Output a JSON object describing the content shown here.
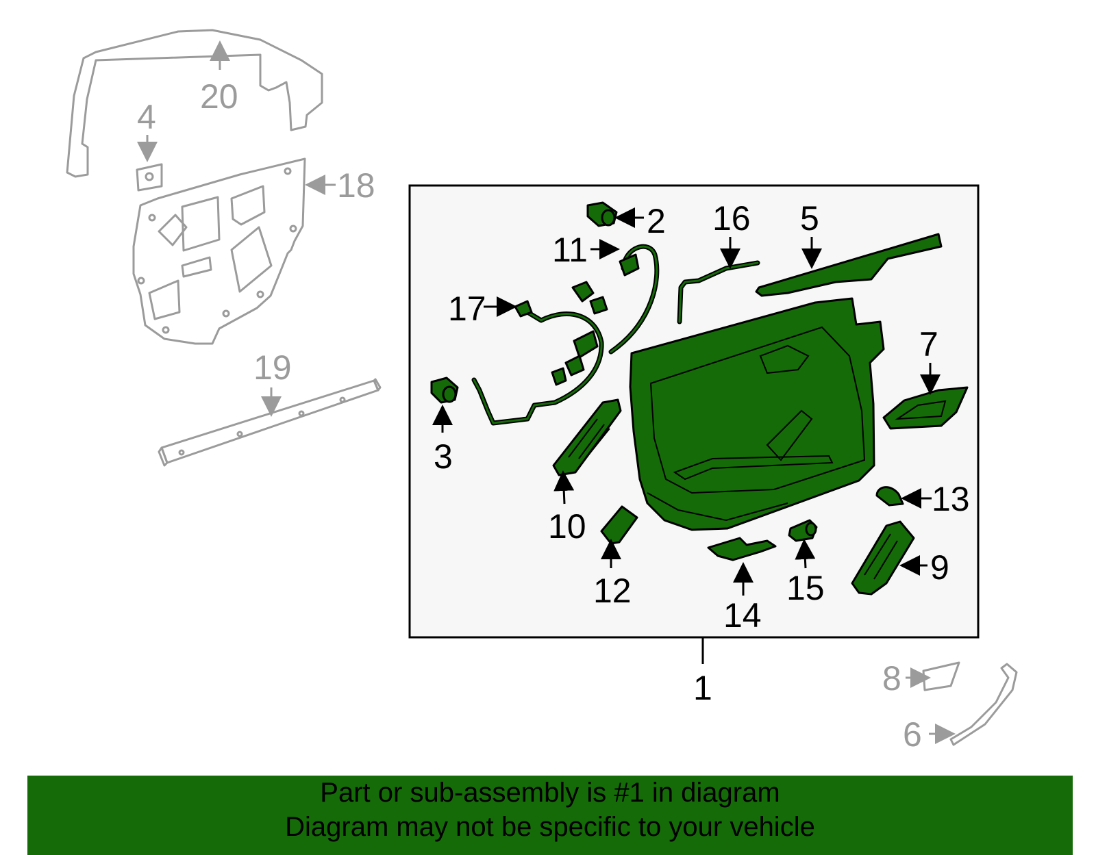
{
  "callouts": {
    "n1": "1",
    "n2": "2",
    "n3": "3",
    "n4": "4",
    "n5": "5",
    "n6": "6",
    "n7": "7",
    "n8": "8",
    "n9": "9",
    "n10": "10",
    "n11": "11",
    "n12": "12",
    "n13": "13",
    "n14": "14",
    "n15": "15",
    "n16": "16",
    "n17": "17",
    "n18": "18",
    "n19": "19",
    "n20": "20"
  },
  "banner": {
    "line1": "Part or sub-assembly is #1 in diagram",
    "line2": "Diagram may not be specific to your vehicle"
  },
  "colors": {
    "highlight": "#156b08",
    "outline_gray": "#9b9b9b",
    "box_fill": "#f7f7f7"
  }
}
